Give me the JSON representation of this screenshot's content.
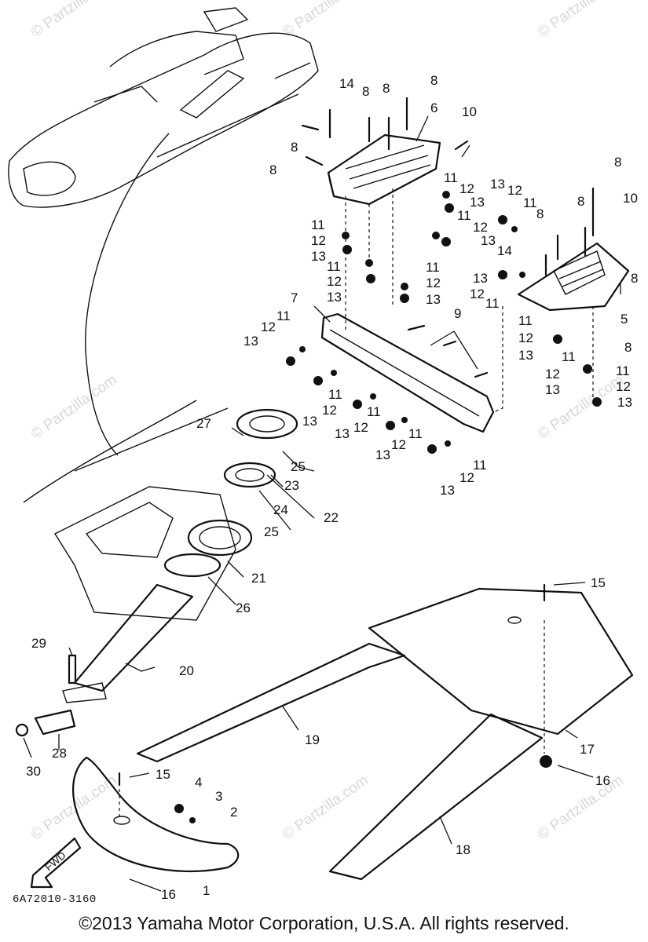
{
  "labels": {
    "l1": "1",
    "l2": "2",
    "l3": "3",
    "l4": "4",
    "l5": "5",
    "l6": "6",
    "l7": "7",
    "l8": "8",
    "l9": "9",
    "l10": "10",
    "l11": "11",
    "l12": "12",
    "l13": "13",
    "l14": "14",
    "l15": "15",
    "l16": "16",
    "l17": "17",
    "l18": "18",
    "l19": "19",
    "l20": "20",
    "l21": "21",
    "l22": "22",
    "l23": "23",
    "l24": "24",
    "l25": "25",
    "l26": "26",
    "l27": "27",
    "l28": "28",
    "l29": "29",
    "l30": "30"
  },
  "watermark": "© Partzilla.com",
  "fwd_label": "FWD",
  "part_code": "6A72010-3160",
  "copyright": "©2013  Yamaha Motor Corporation, U.S.A. All rights reserved."
}
